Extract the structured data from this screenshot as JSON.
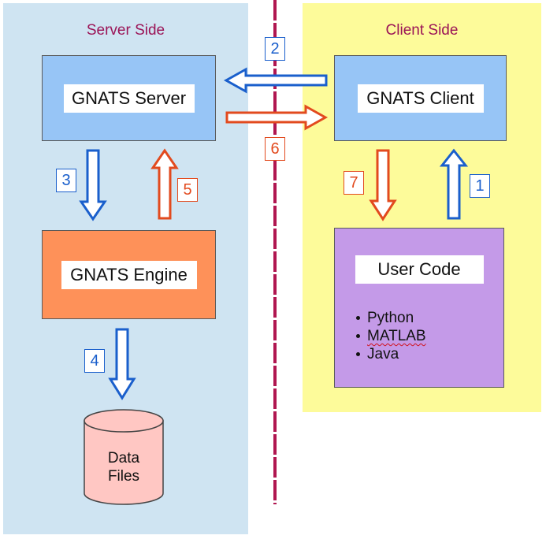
{
  "server_side": {
    "title": "Server Side"
  },
  "client_side": {
    "title": "Client Side"
  },
  "nodes": {
    "gnats_server": "GNATS Server",
    "gnats_client": "GNATS Client",
    "gnats_engine": "GNATS Engine",
    "user_code": "User Code",
    "data_files": {
      "line1": "Data",
      "line2": "Files"
    }
  },
  "languages": [
    "Python",
    "MATLAB",
    "Java"
  ],
  "steps": [
    "1",
    "2",
    "3",
    "4",
    "5",
    "6",
    "7"
  ],
  "colors": {
    "server_panel": "#cfe4f2",
    "client_panel": "#fdfb9a",
    "request_arrow": "#1a5fcc",
    "response_arrow": "#e24a1e",
    "divider": "#b01650",
    "box_blue": "#97c5f6",
    "engine": "#fe9159",
    "user_code": "#c49ae8",
    "database": "#ffc7c3"
  }
}
